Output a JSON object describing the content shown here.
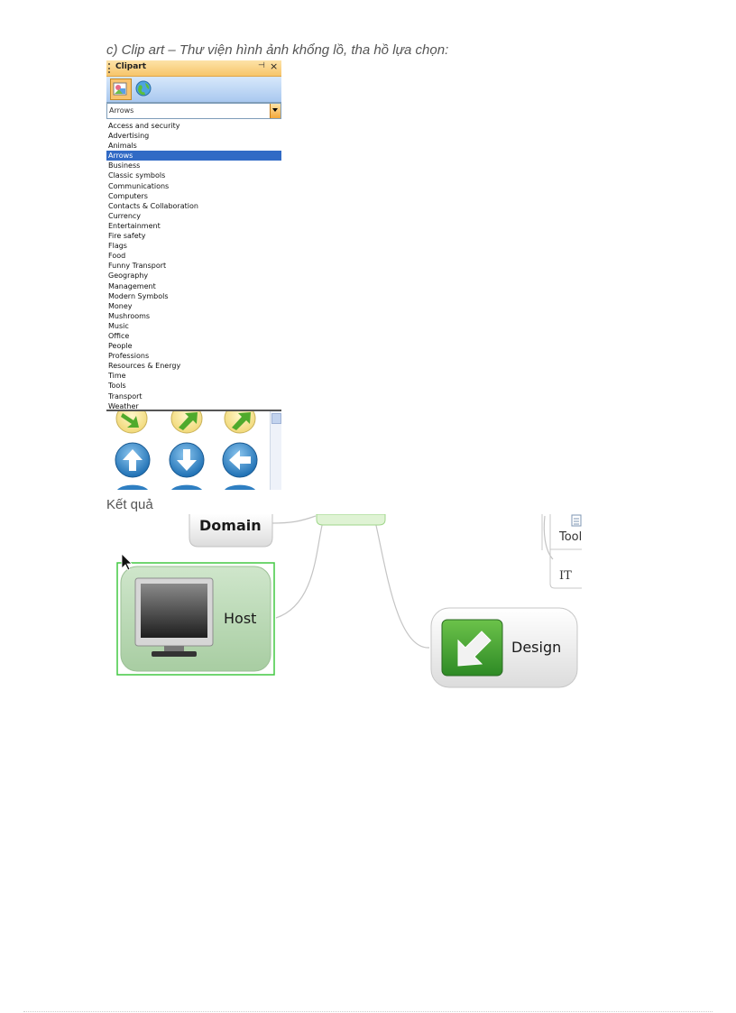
{
  "caption": "c) Clip art – Thư viện hình ảnh khổng lồ, tha hồ lựa chọn:",
  "result_label": "Kết quả",
  "clipart_pane": {
    "title": "Clipart",
    "pin_glyph": "⊣",
    "close_glyph": "×",
    "toolbar": {
      "active_icon": "clipart-gallery-icon",
      "other_icon": "web-globe-icon"
    },
    "category_select": {
      "value": "Arrows"
    },
    "categories": [
      "Access and security",
      "Advertising",
      "Animals",
      "Arrows",
      "Business",
      "Classic symbols",
      "Communications",
      "Computers",
      "Contacts & Collaboration",
      "Currency",
      "Entertainment",
      "Fire safety",
      "Flags",
      "Food",
      "Funny Transport",
      "Geography",
      "Management",
      "Modern Symbols",
      "Money",
      "Mushrooms",
      "Music",
      "Office",
      "People",
      "Professions",
      "Resources & Energy",
      "Time",
      "Tools",
      "Transport",
      "Weather"
    ],
    "selected_index": 3,
    "gallery_icons": [
      "arrow-down-right-icon",
      "arrow-up-right-icon",
      "arrow-up-right-icon",
      "arrow-up-icon",
      "arrow-down-icon",
      "arrow-left-icon"
    ],
    "colors": {
      "title_bar": "#f7c56a",
      "toolbar": "#a9c8ef",
      "selection": "#316ac5"
    }
  },
  "mindmap": {
    "nodes": {
      "domain": "Domain",
      "host": "Host",
      "design": "Design",
      "tool": "Tool",
      "it": "IT"
    },
    "colors": {
      "host_fill": "#b9d8b4",
      "selection_border": "#42c842",
      "design_icon": "#3d9a2f"
    }
  }
}
